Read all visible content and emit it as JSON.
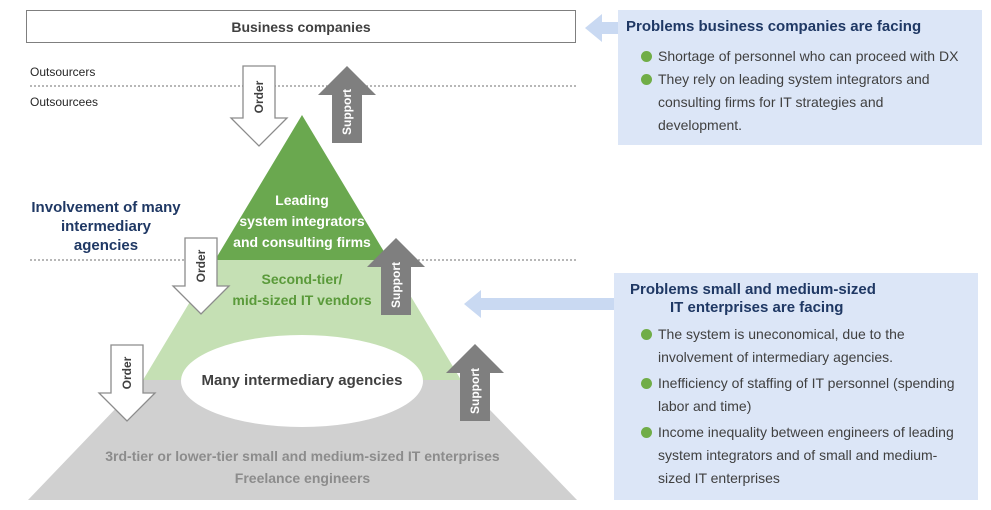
{
  "top_box": {
    "label": "Business companies"
  },
  "labels": {
    "outsourcers": "Outsourcers",
    "outsourcees": "Outsourcees",
    "involvement": "Involvement of many intermediary agencies"
  },
  "triangle": {
    "top_tier": [
      "Leading",
      "system integrators",
      "and consulting firms"
    ],
    "second_tier": [
      "Second-tier/",
      "mid-sized IT vendors"
    ],
    "center_ellipse": "Many intermediary agencies",
    "bottom_tier": [
      "3rd-tier or lower-tier small and medium-sized IT enterprises",
      "Freelance engineers"
    ]
  },
  "arrows": {
    "order": "Order",
    "support": "Support"
  },
  "panel_top": {
    "title": "Problems business companies are facing",
    "bullets": [
      [
        "Shortage of personnel who can proceed with DX"
      ],
      [
        "They rely on leading system integrators and",
        "consulting firms for IT strategies and",
        "development."
      ]
    ]
  },
  "panel_bottom": {
    "title": [
      "Problems small and medium-sized",
      "IT enterprises are facing"
    ],
    "bullets": [
      [
        "The system is uneconomical, due to the",
        "involvement of intermediary agencies."
      ],
      [
        "Inefficiency of staffing of IT personnel (spending",
        "labor and time)"
      ],
      [
        "Income inequality between engineers of leading",
        "system integrators and of small and medium-",
        "sized IT enterprises"
      ]
    ]
  },
  "colors": {
    "top_tier": "#6aa84f",
    "second_tier": "#c5e0b4",
    "bottom_tier": "#d0d0d0",
    "second_tier_text": "#5a9a3a",
    "arrow_gray": "#7f7f7f",
    "panel_bg": "#dce6f7",
    "title_navy": "#1f3864",
    "bullet_green": "#70ad47"
  }
}
